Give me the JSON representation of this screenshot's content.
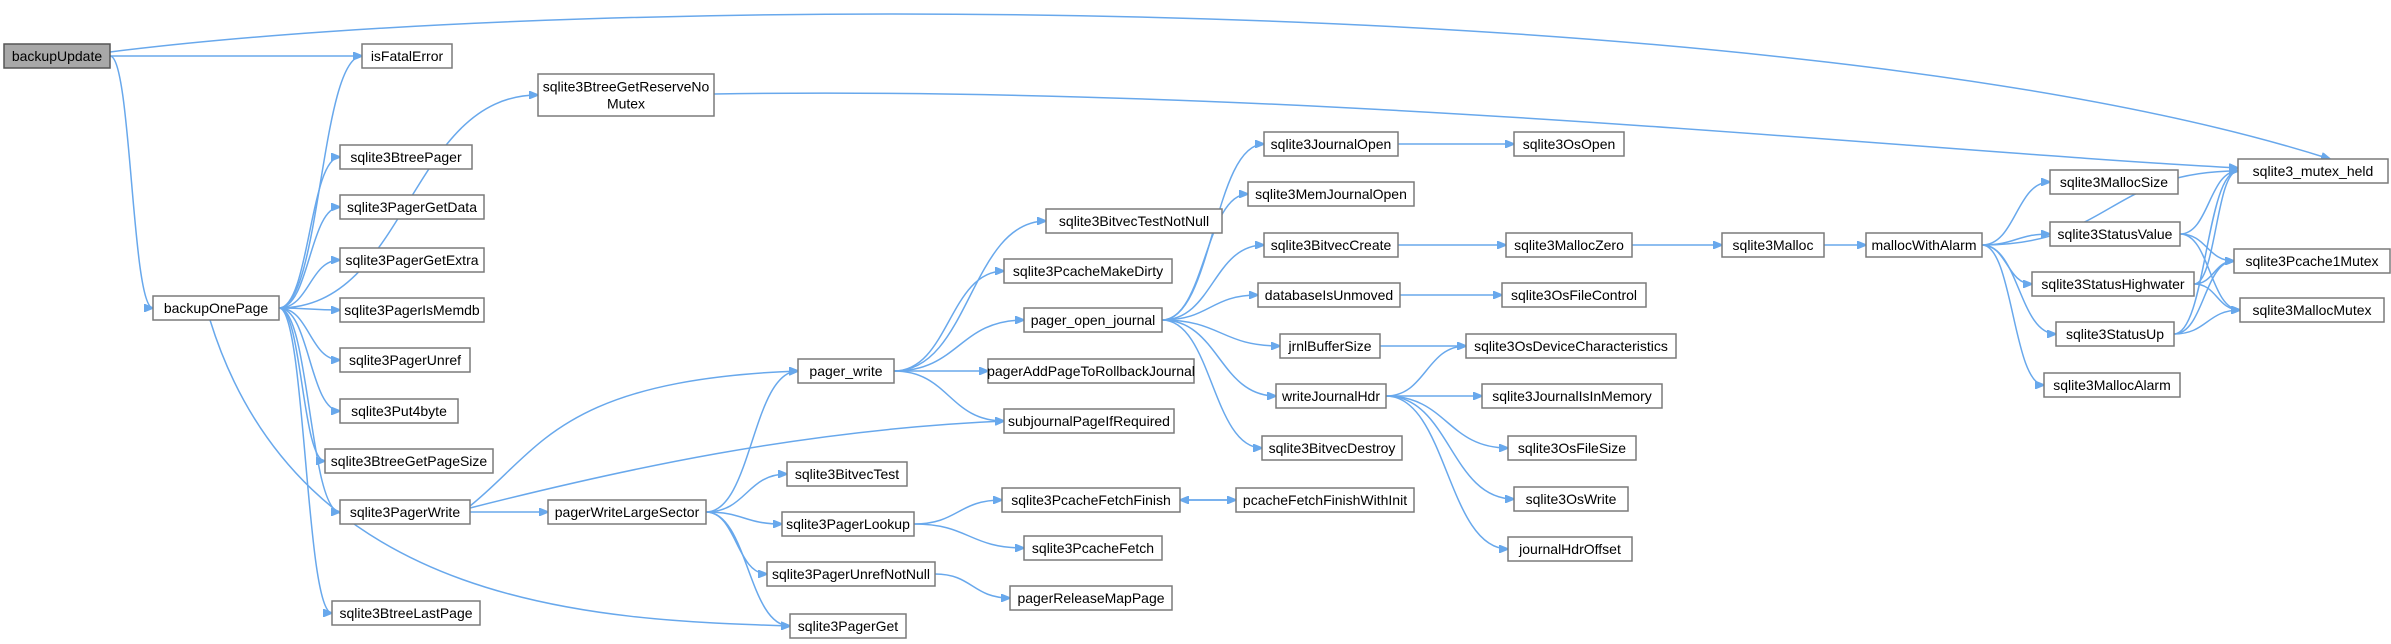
{
  "colors": {
    "edge": "#68a8ec",
    "node_border": "#7a7a7a",
    "root_fill": "#a8a8a8",
    "node_fill": "#ffffff"
  },
  "nodes": [
    {
      "id": "backupUpdate",
      "lines": [
        "backupUpdate"
      ],
      "root": true
    },
    {
      "id": "isFatalError",
      "lines": [
        "isFatalError"
      ]
    },
    {
      "id": "sqlite3BtreeGetReserveNoMutex",
      "lines": [
        "sqlite3BtreeGetReserveNo",
        "Mutex"
      ]
    },
    {
      "id": "sqlite3_mutex_held",
      "lines": [
        "sqlite3_mutex_held"
      ]
    },
    {
      "id": "backupOnePage",
      "lines": [
        "backupOnePage"
      ]
    },
    {
      "id": "sqlite3BtreePager",
      "lines": [
        "sqlite3BtreePager"
      ]
    },
    {
      "id": "sqlite3PagerGetData",
      "lines": [
        "sqlite3PagerGetData"
      ]
    },
    {
      "id": "sqlite3PagerGetExtra",
      "lines": [
        "sqlite3PagerGetExtra"
      ]
    },
    {
      "id": "sqlite3PagerIsMemdb",
      "lines": [
        "sqlite3PagerIsMemdb"
      ]
    },
    {
      "id": "sqlite3PagerUnref",
      "lines": [
        "sqlite3PagerUnref"
      ]
    },
    {
      "id": "sqlite3Put4byte",
      "lines": [
        "sqlite3Put4byte"
      ]
    },
    {
      "id": "sqlite3BtreeGetPageSize",
      "lines": [
        "sqlite3BtreeGetPageSize"
      ]
    },
    {
      "id": "sqlite3PagerWrite",
      "lines": [
        "sqlite3PagerWrite"
      ]
    },
    {
      "id": "sqlite3BtreeLastPage",
      "lines": [
        "sqlite3BtreeLastPage"
      ]
    },
    {
      "id": "pager_write",
      "lines": [
        "pager_write"
      ]
    },
    {
      "id": "pagerWriteLargeSector",
      "lines": [
        "pagerWriteLargeSector"
      ]
    },
    {
      "id": "sqlite3BitvecTestNotNull",
      "lines": [
        "sqlite3BitvecTestNotNull"
      ]
    },
    {
      "id": "sqlite3PcacheMakeDirty",
      "lines": [
        "sqlite3PcacheMakeDirty"
      ]
    },
    {
      "id": "pager_open_journal",
      "lines": [
        "pager_open_journal"
      ]
    },
    {
      "id": "pagerAddPageToRollbackJournal",
      "lines": [
        "pagerAddPageToRollbackJournal"
      ]
    },
    {
      "id": "subjournalPageIfRequired",
      "lines": [
        "subjournalPageIfRequired"
      ]
    },
    {
      "id": "sqlite3BitvecTest",
      "lines": [
        "sqlite3BitvecTest"
      ]
    },
    {
      "id": "sqlite3PagerLookup",
      "lines": [
        "sqlite3PagerLookup"
      ]
    },
    {
      "id": "sqlite3PagerUnrefNotNull",
      "lines": [
        "sqlite3PagerUnrefNotNull"
      ]
    },
    {
      "id": "sqlite3PagerGet",
      "lines": [
        "sqlite3PagerGet"
      ]
    },
    {
      "id": "sqlite3PcacheFetchFinish",
      "lines": [
        "sqlite3PcacheFetchFinish"
      ]
    },
    {
      "id": "sqlite3PcacheFetch",
      "lines": [
        "sqlite3PcacheFetch"
      ]
    },
    {
      "id": "pagerReleaseMapPage",
      "lines": [
        "pagerReleaseMapPage"
      ]
    },
    {
      "id": "pcacheFetchFinishWithInit",
      "lines": [
        "pcacheFetchFinishWithInit"
      ]
    },
    {
      "id": "sqlite3JournalOpen",
      "lines": [
        "sqlite3JournalOpen"
      ]
    },
    {
      "id": "sqlite3MemJournalOpen",
      "lines": [
        "sqlite3MemJournalOpen"
      ]
    },
    {
      "id": "sqlite3BitvecCreate",
      "lines": [
        "sqlite3BitvecCreate"
      ]
    },
    {
      "id": "databaseIsUnmoved",
      "lines": [
        "databaseIsUnmoved"
      ]
    },
    {
      "id": "jrnlBufferSize",
      "lines": [
        "jrnlBufferSize"
      ]
    },
    {
      "id": "writeJournalHdr",
      "lines": [
        "writeJournalHdr"
      ]
    },
    {
      "id": "sqlite3BitvecDestroy",
      "lines": [
        "sqlite3BitvecDestroy"
      ]
    },
    {
      "id": "sqlite3OsOpen",
      "lines": [
        "sqlite3OsOpen"
      ]
    },
    {
      "id": "sqlite3MallocZero",
      "lines": [
        "sqlite3MallocZero"
      ]
    },
    {
      "id": "sqlite3OsFileControl",
      "lines": [
        "sqlite3OsFileControl"
      ]
    },
    {
      "id": "sqlite3OsDeviceCharacteristics",
      "lines": [
        "sqlite3OsDeviceCharacteristics"
      ]
    },
    {
      "id": "sqlite3JournalIsInMemory",
      "lines": [
        "sqlite3JournalIsInMemory"
      ]
    },
    {
      "id": "sqlite3OsFileSize",
      "lines": [
        "sqlite3OsFileSize"
      ]
    },
    {
      "id": "sqlite3OsWrite",
      "lines": [
        "sqlite3OsWrite"
      ]
    },
    {
      "id": "journalHdrOffset",
      "lines": [
        "journalHdrOffset"
      ]
    },
    {
      "id": "sqlite3Malloc",
      "lines": [
        "sqlite3Malloc"
      ]
    },
    {
      "id": "mallocWithAlarm",
      "lines": [
        "mallocWithAlarm"
      ]
    },
    {
      "id": "sqlite3MallocSize",
      "lines": [
        "sqlite3MallocSize"
      ]
    },
    {
      "id": "sqlite3StatusValue",
      "lines": [
        "sqlite3StatusValue"
      ]
    },
    {
      "id": "sqlite3StatusHighwater",
      "lines": [
        "sqlite3StatusHighwater"
      ]
    },
    {
      "id": "sqlite3StatusUp",
      "lines": [
        "sqlite3StatusUp"
      ]
    },
    {
      "id": "sqlite3MallocAlarm",
      "lines": [
        "sqlite3MallocAlarm"
      ]
    },
    {
      "id": "sqlite3Pcache1Mutex",
      "lines": [
        "sqlite3Pcache1Mutex"
      ]
    },
    {
      "id": "sqlite3MallocMutex",
      "lines": [
        "sqlite3MallocMutex"
      ]
    }
  ],
  "edges": [
    [
      "backupUpdate",
      "isFatalError"
    ],
    [
      "backupUpdate",
      "sqlite3_mutex_held"
    ],
    [
      "backupUpdate",
      "backupOnePage"
    ],
    [
      "backupOnePage",
      "isFatalError"
    ],
    [
      "backupOnePage",
      "sqlite3BtreeGetReserveNoMutex"
    ],
    [
      "backupOnePage",
      "sqlite3BtreePager"
    ],
    [
      "backupOnePage",
      "sqlite3PagerGetData"
    ],
    [
      "backupOnePage",
      "sqlite3PagerGetExtra"
    ],
    [
      "backupOnePage",
      "sqlite3PagerIsMemdb"
    ],
    [
      "backupOnePage",
      "sqlite3PagerUnref"
    ],
    [
      "backupOnePage",
      "sqlite3Put4byte"
    ],
    [
      "backupOnePage",
      "sqlite3BtreeGetPageSize"
    ],
    [
      "backupOnePage",
      "sqlite3PagerWrite"
    ],
    [
      "backupOnePage",
      "sqlite3BtreeLastPage"
    ],
    [
      "backupOnePage",
      "sqlite3PagerGet"
    ],
    [
      "sqlite3BtreeGetReserveNoMutex",
      "sqlite3_mutex_held"
    ],
    [
      "sqlite3PagerWrite",
      "pager_write"
    ],
    [
      "sqlite3PagerWrite",
      "pagerWriteLargeSector"
    ],
    [
      "sqlite3PagerWrite",
      "subjournalPageIfRequired"
    ],
    [
      "pagerWriteLargeSector",
      "pager_write"
    ],
    [
      "pagerWriteLargeSector",
      "sqlite3BitvecTest"
    ],
    [
      "pagerWriteLargeSector",
      "sqlite3PagerLookup"
    ],
    [
      "pagerWriteLargeSector",
      "sqlite3PagerUnrefNotNull"
    ],
    [
      "pagerWriteLargeSector",
      "sqlite3PagerGet"
    ],
    [
      "pager_write",
      "sqlite3BitvecTestNotNull"
    ],
    [
      "pager_write",
      "sqlite3PcacheMakeDirty"
    ],
    [
      "pager_write",
      "pager_open_journal"
    ],
    [
      "pager_write",
      "pagerAddPageToRollbackJournal"
    ],
    [
      "pager_write",
      "subjournalPageIfRequired"
    ],
    [
      "sqlite3PagerLookup",
      "sqlite3PcacheFetchFinish"
    ],
    [
      "sqlite3PagerLookup",
      "sqlite3PcacheFetch"
    ],
    [
      "sqlite3PagerUnrefNotNull",
      "pagerReleaseMapPage"
    ],
    [
      "sqlite3PcacheFetchFinish",
      "pcacheFetchFinishWithInit"
    ],
    [
      "pcacheFetchFinishWithInit",
      "sqlite3PcacheFetchFinish"
    ],
    [
      "pager_open_journal",
      "sqlite3JournalOpen"
    ],
    [
      "pager_open_journal",
      "sqlite3MemJournalOpen"
    ],
    [
      "pager_open_journal",
      "sqlite3BitvecCreate"
    ],
    [
      "pager_open_journal",
      "databaseIsUnmoved"
    ],
    [
      "pager_open_journal",
      "jrnlBufferSize"
    ],
    [
      "pager_open_journal",
      "writeJournalHdr"
    ],
    [
      "pager_open_journal",
      "sqlite3BitvecDestroy"
    ],
    [
      "sqlite3JournalOpen",
      "sqlite3OsOpen"
    ],
    [
      "sqlite3BitvecCreate",
      "sqlite3MallocZero"
    ],
    [
      "databaseIsUnmoved",
      "sqlite3OsFileControl"
    ],
    [
      "jrnlBufferSize",
      "sqlite3OsDeviceCharacteristics"
    ],
    [
      "writeJournalHdr",
      "sqlite3OsDeviceCharacteristics"
    ],
    [
      "writeJournalHdr",
      "sqlite3JournalIsInMemory"
    ],
    [
      "writeJournalHdr",
      "sqlite3OsFileSize"
    ],
    [
      "writeJournalHdr",
      "sqlite3OsWrite"
    ],
    [
      "writeJournalHdr",
      "journalHdrOffset"
    ],
    [
      "sqlite3MallocZero",
      "sqlite3Malloc"
    ],
    [
      "sqlite3Malloc",
      "mallocWithAlarm"
    ],
    [
      "mallocWithAlarm",
      "sqlite3_mutex_held"
    ],
    [
      "mallocWithAlarm",
      "sqlite3MallocSize"
    ],
    [
      "mallocWithAlarm",
      "sqlite3StatusValue"
    ],
    [
      "mallocWithAlarm",
      "sqlite3StatusHighwater"
    ],
    [
      "mallocWithAlarm",
      "sqlite3StatusUp"
    ],
    [
      "mallocWithAlarm",
      "sqlite3MallocAlarm"
    ],
    [
      "sqlite3StatusValue",
      "sqlite3_mutex_held"
    ],
    [
      "sqlite3StatusValue",
      "sqlite3Pcache1Mutex"
    ],
    [
      "sqlite3StatusValue",
      "sqlite3MallocMutex"
    ],
    [
      "sqlite3StatusHighwater",
      "sqlite3_mutex_held"
    ],
    [
      "sqlite3StatusHighwater",
      "sqlite3Pcache1Mutex"
    ],
    [
      "sqlite3StatusHighwater",
      "sqlite3MallocMutex"
    ],
    [
      "sqlite3StatusUp",
      "sqlite3_mutex_held"
    ],
    [
      "sqlite3StatusUp",
      "sqlite3Pcache1Mutex"
    ],
    [
      "sqlite3StatusUp",
      "sqlite3MallocMutex"
    ]
  ]
}
